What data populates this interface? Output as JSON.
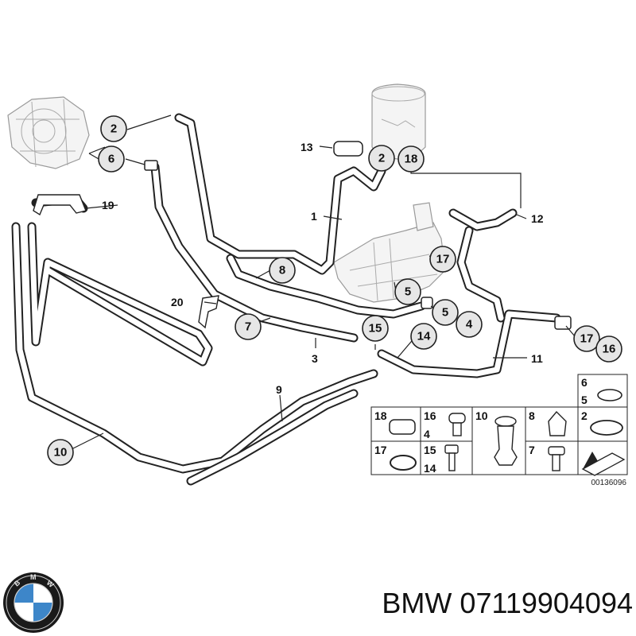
{
  "callouts": {
    "c2a": "2",
    "c6": "6",
    "c13": "13",
    "c2b": "2",
    "c18": "18",
    "c19": "19",
    "c1": "1",
    "c12": "12",
    "c8": "8",
    "c17a": "17",
    "c20": "20",
    "c5a": "5",
    "c5b": "5",
    "c4": "4",
    "c7": "7",
    "c15": "15",
    "c14": "14",
    "c3": "3",
    "c11": "11",
    "c17b": "17",
    "c16": "16",
    "c9": "9",
    "c10": "10"
  },
  "legend": {
    "r0": {
      "a": "6",
      "b": "5"
    },
    "r1": {
      "a": "18",
      "b": "16",
      "c": "4",
      "d": "10",
      "e": "8",
      "f": "2"
    },
    "r2": {
      "a": "17",
      "b": "15",
      "c": "14",
      "d": "7"
    }
  },
  "diagram_code": "00136096",
  "footer": {
    "brand": "BMW",
    "part_number": "07119904094"
  },
  "icons": [
    "bmw-roundel-icon",
    "arrow-icon"
  ]
}
